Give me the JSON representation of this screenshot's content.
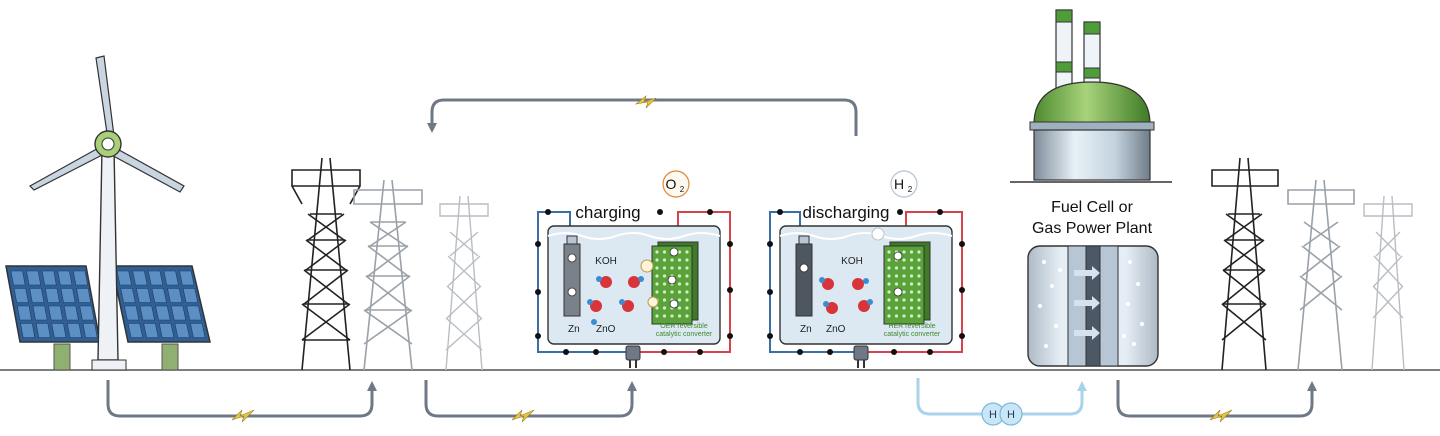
{
  "charging_cell": {
    "title": "charging",
    "electrolyte": "KOH",
    "gas": "O",
    "gas_sub": "2",
    "anode": "Zn",
    "oxide": "ZnO",
    "converter_line1": "OER reversible",
    "converter_line2": "catalytic converter"
  },
  "discharging_cell": {
    "title": "discharging",
    "electrolyte": "KOH",
    "gas": "H",
    "gas_sub": "2",
    "anode": "Zn",
    "oxide": "ZnO",
    "converter_line1": "HER reversible",
    "converter_line2": "catalytic converter"
  },
  "plant": {
    "line1": "Fuel Cell or",
    "line2": "Gas Power Plant"
  },
  "hydrogen_badge": [
    "H",
    "H"
  ],
  "colors": {
    "arrow": "#6e7886",
    "hydrogen_arrow": "#a9d3ea",
    "lightning": "#e8c642",
    "wire_red": "#d8434b",
    "wire_blue": "#3a6fa5",
    "catalyst_green": "#4f9c3a",
    "electrolyte": "#dce9f3"
  }
}
